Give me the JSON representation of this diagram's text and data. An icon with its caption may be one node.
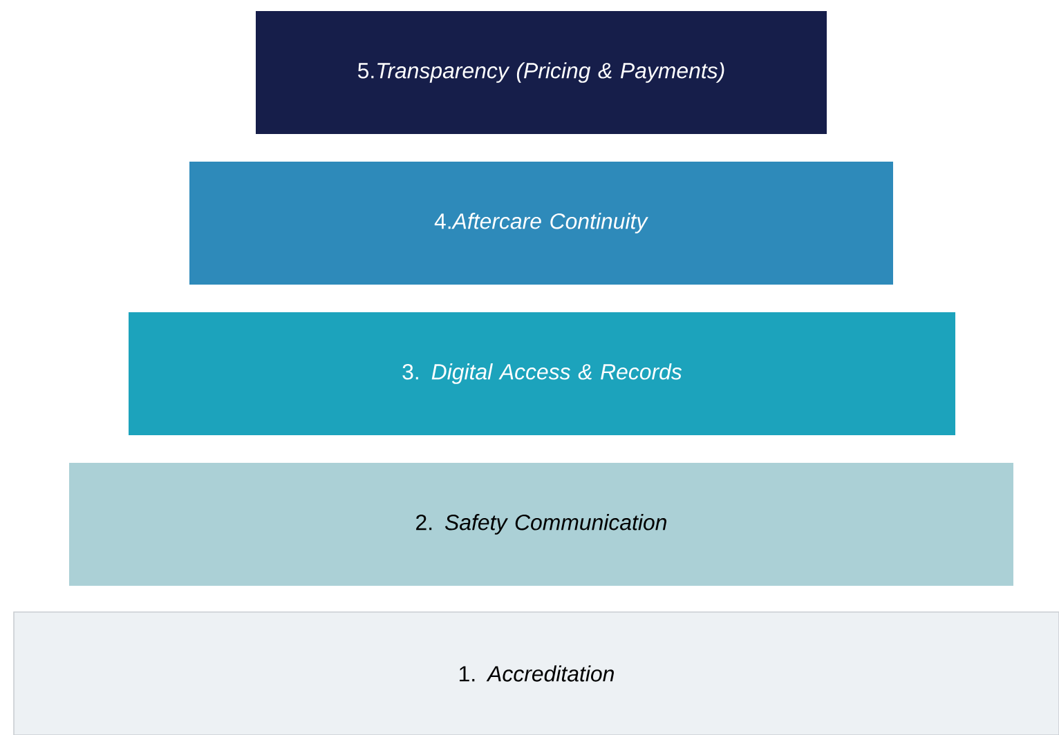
{
  "diagram": {
    "nodes": [
      {
        "text": [
          "5.*Transparency (Pricing & Payments)*"
        ]
      },
      {
        "text": [
          "4.*Aftercare Continuity*"
        ]
      },
      {
        "text": [
          "3. *Digital Access & Records*"
        ]
      },
      {
        "text": [
          "2. *Safety Communication*"
        ]
      },
      {
        "text": [
          "1. *Accreditation*"
        ]
      }
    ]
  }
}
